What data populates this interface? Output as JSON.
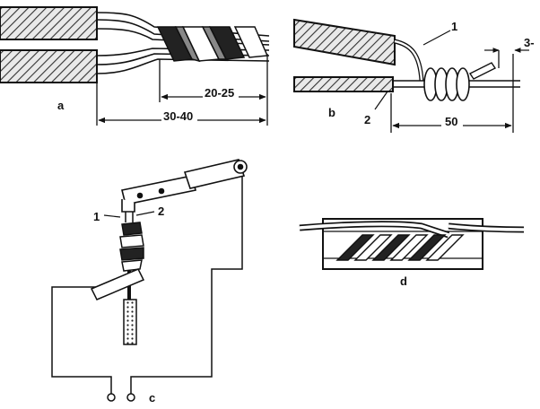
{
  "panels": {
    "a": {
      "label": "a",
      "dimensions": [
        "20-25",
        "30-40"
      ]
    },
    "b": {
      "label": "b",
      "callouts": [
        "1",
        "2"
      ],
      "dimensions": [
        "50",
        "3-"
      ]
    },
    "c": {
      "label": "c",
      "callouts": [
        "1",
        "2"
      ]
    },
    "d": {
      "label": "d"
    }
  }
}
